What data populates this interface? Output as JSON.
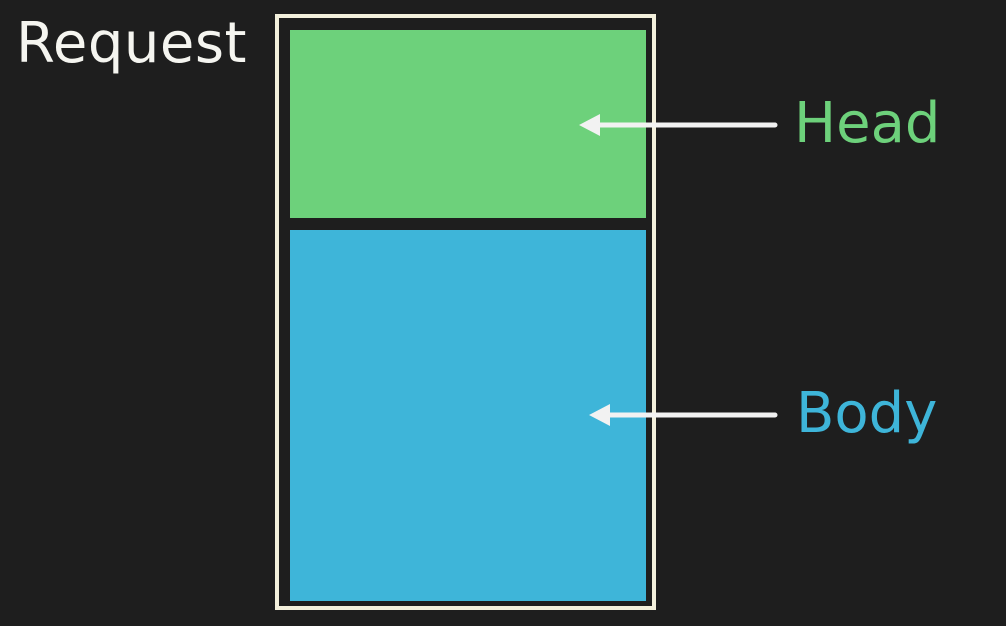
{
  "diagram": {
    "title": "Request",
    "head_label": "Head",
    "body_label": "Body"
  },
  "colors": {
    "background": "#1e1e1e",
    "title_text": "#f5f5f0",
    "frame": "#f3f0dc",
    "head": "#6dd17b",
    "body": "#3eb5d9",
    "arrow": "#f2f2f2"
  },
  "icons": {
    "head_arrow": "arrow-left-icon",
    "body_arrow": "arrow-left-icon"
  }
}
